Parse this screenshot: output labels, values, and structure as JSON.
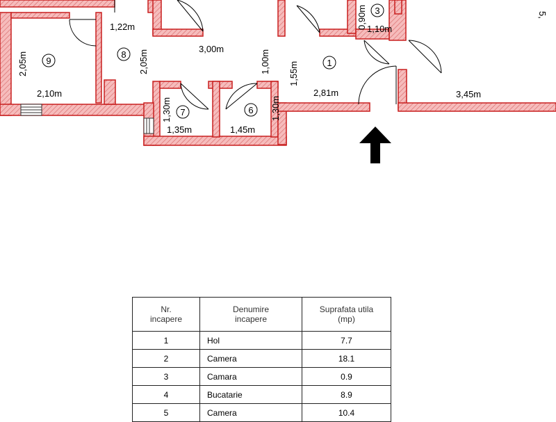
{
  "plan": {
    "rooms": [
      {
        "number": "9"
      },
      {
        "number": "8"
      },
      {
        "number": "7"
      },
      {
        "number": "6"
      },
      {
        "number": "1"
      },
      {
        "number": "3"
      }
    ],
    "dimensions": [
      "1,22m",
      "2,05m",
      "2,10m",
      "2,05m",
      "3,00m",
      "1,00m",
      "1,55m",
      "2,81m",
      "0,90m",
      "1,10m",
      "3,45m",
      "5,",
      "1,30m",
      "1,35m",
      "1,45m",
      "1,30m"
    ],
    "colors": {
      "wall_fill": "#f5b6b6",
      "wall_stroke": "#c81e1e"
    },
    "entrance_icon": "arrow-up-icon"
  },
  "table": {
    "headers": [
      "Nr.\nincapere",
      "Denumire\nincapere",
      "Suprafata utila\n(mp)"
    ],
    "rows": [
      {
        "nr": "1",
        "name": "Hol",
        "area": "7.7"
      },
      {
        "nr": "2",
        "name": "Camera",
        "area": "18.1"
      },
      {
        "nr": "3",
        "name": "Camara",
        "area": "0.9"
      },
      {
        "nr": "4",
        "name": "Bucatarie",
        "area": "8.9"
      },
      {
        "nr": "5",
        "name": "Camera",
        "area": "10.4"
      }
    ]
  }
}
